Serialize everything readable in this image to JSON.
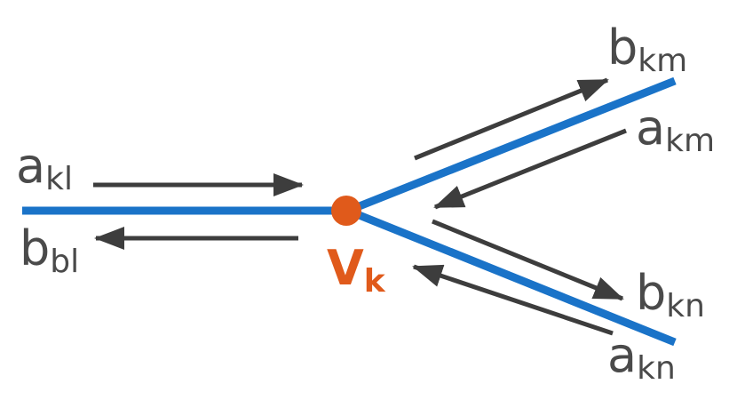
{
  "colors": {
    "edge": "#1a73c8",
    "arrow": "#3d3d3d",
    "vertex": "#e05a1b",
    "label": "#4a4a4a"
  },
  "vertex": {
    "base": "V",
    "sub": "k"
  },
  "labels": {
    "a_kl": {
      "base": "a",
      "sub": "kl"
    },
    "b_bl": {
      "base": "b",
      "sub": "bl"
    },
    "b_km": {
      "base": "b",
      "sub": "km"
    },
    "a_km": {
      "base": "a",
      "sub": "km"
    },
    "b_kn": {
      "base": "b",
      "sub": "kn"
    },
    "a_kn": {
      "base": "a",
      "sub": "kn"
    }
  }
}
